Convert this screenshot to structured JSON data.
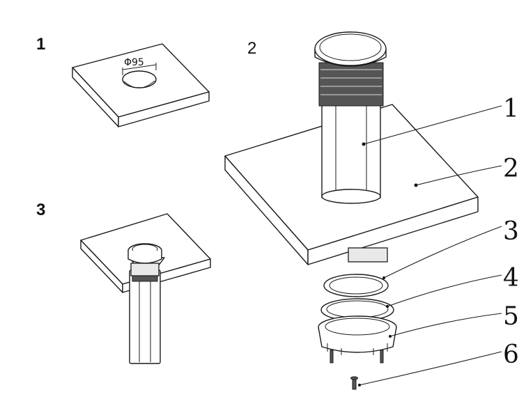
{
  "steps": [
    "1",
    "2",
    "3"
  ],
  "dimension_label": "Φ95",
  "callouts": [
    "1",
    "2",
    "3",
    "4",
    "5",
    "6"
  ]
}
